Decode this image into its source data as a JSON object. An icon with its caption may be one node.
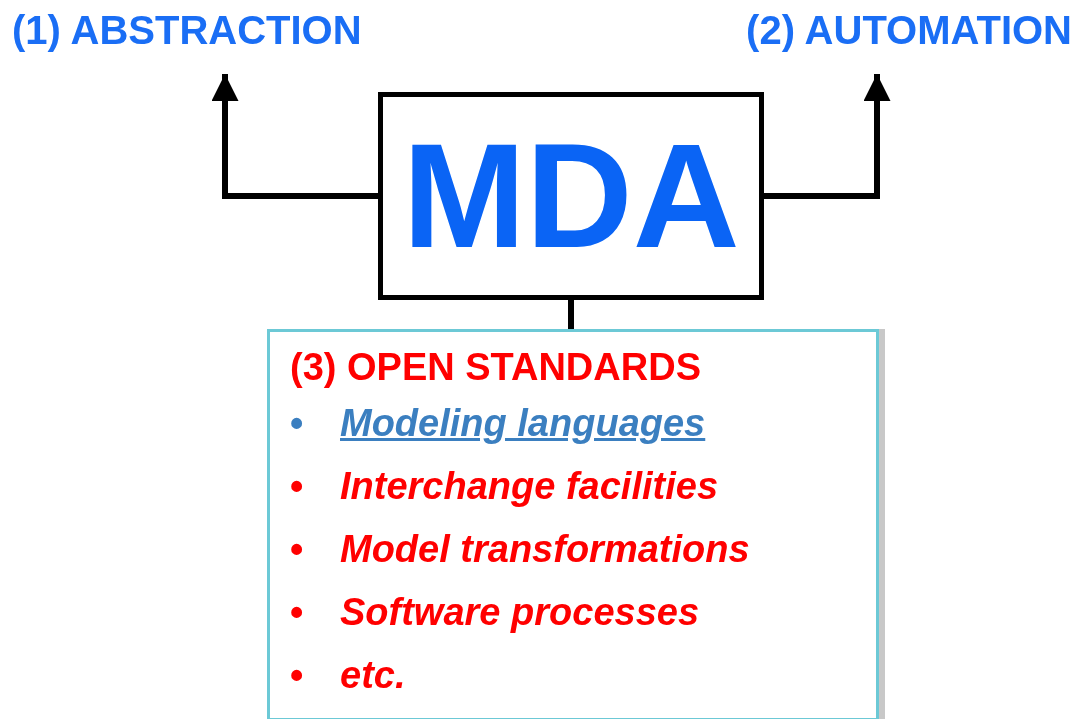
{
  "diagram": {
    "nodes": [
      {
        "text": [
          "(1) ABSTRACTION"
        ]
      },
      {
        "text": [
          "(2) AUTOMATION"
        ]
      },
      {
        "text": [
          "MDA"
        ]
      },
      {
        "text": [
          "(3) OPEN STANDARDS",
          "•",
          "Modeling languages",
          "•",
          "Interchange facilities",
          "•",
          "Model transformations",
          "•",
          "Software processes",
          "•",
          "etc."
        ]
      }
    ],
    "edges": [
      {
        "from": 2,
        "to": 0,
        "arrow": "to"
      },
      {
        "from": 2,
        "to": 1,
        "arrow": "to"
      },
      {
        "from": 2,
        "to": 3,
        "arrow": "none"
      }
    ]
  }
}
